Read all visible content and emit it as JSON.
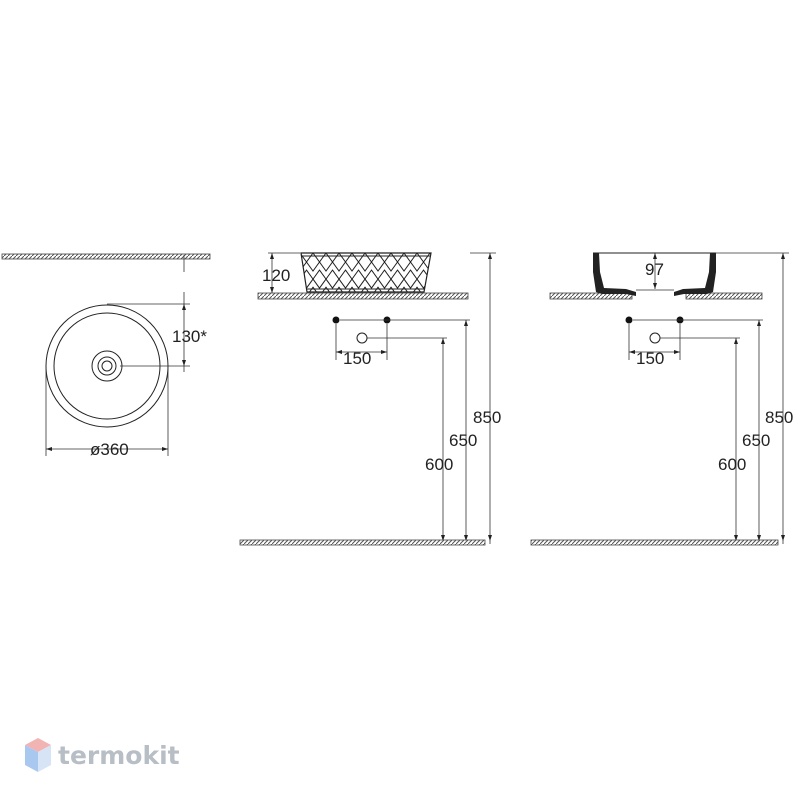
{
  "colors": {
    "line": "#222222",
    "hatch": "#8a8a8a",
    "logo_text": "#b8bec6",
    "logo_cube_top": "#f2b3b3",
    "logo_cube_left": "#a9c8f0",
    "logo_cube_right": "#d7e4f6"
  },
  "top_view": {
    "diameter_label": "ø360",
    "offset_label": "130*"
  },
  "side_view": {
    "height_label": "120",
    "spacing_label": "150",
    "dim_850": "850",
    "dim_650": "650",
    "dim_600": "600"
  },
  "section_view": {
    "depth_label": "97",
    "spacing_label": "150",
    "dim_850": "850",
    "dim_650": "650",
    "dim_600": "600"
  },
  "watermark": {
    "text": "termokit",
    "icon": "cube-logo-icon"
  }
}
